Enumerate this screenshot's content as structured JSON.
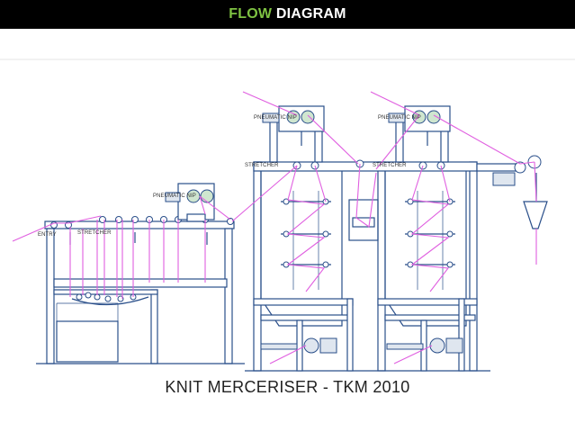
{
  "header": {
    "title_accent": "FLOW",
    "title_rest": "DIAGRAM",
    "accent_color": "#7ec242",
    "background_color": "#000000"
  },
  "diagram": {
    "caption": "KNIT MERCERISER - TKM 2010",
    "labels": {
      "entry": "ENTRY",
      "stretcher_left": "STRETCHER",
      "pneumatic_nip_left": "PNEUMATIC NIP",
      "pneumatic_nip_middle": "PNEUMATIC NIP",
      "stretcher_middle": "STRETCHER",
      "pneumatic_nip_right": "PNEUMATIC NIP",
      "stretcher_right": "STRETCHER"
    },
    "fabric_path_color": "#e05fe0",
    "machine_line_color": "#2a4f8a"
  }
}
